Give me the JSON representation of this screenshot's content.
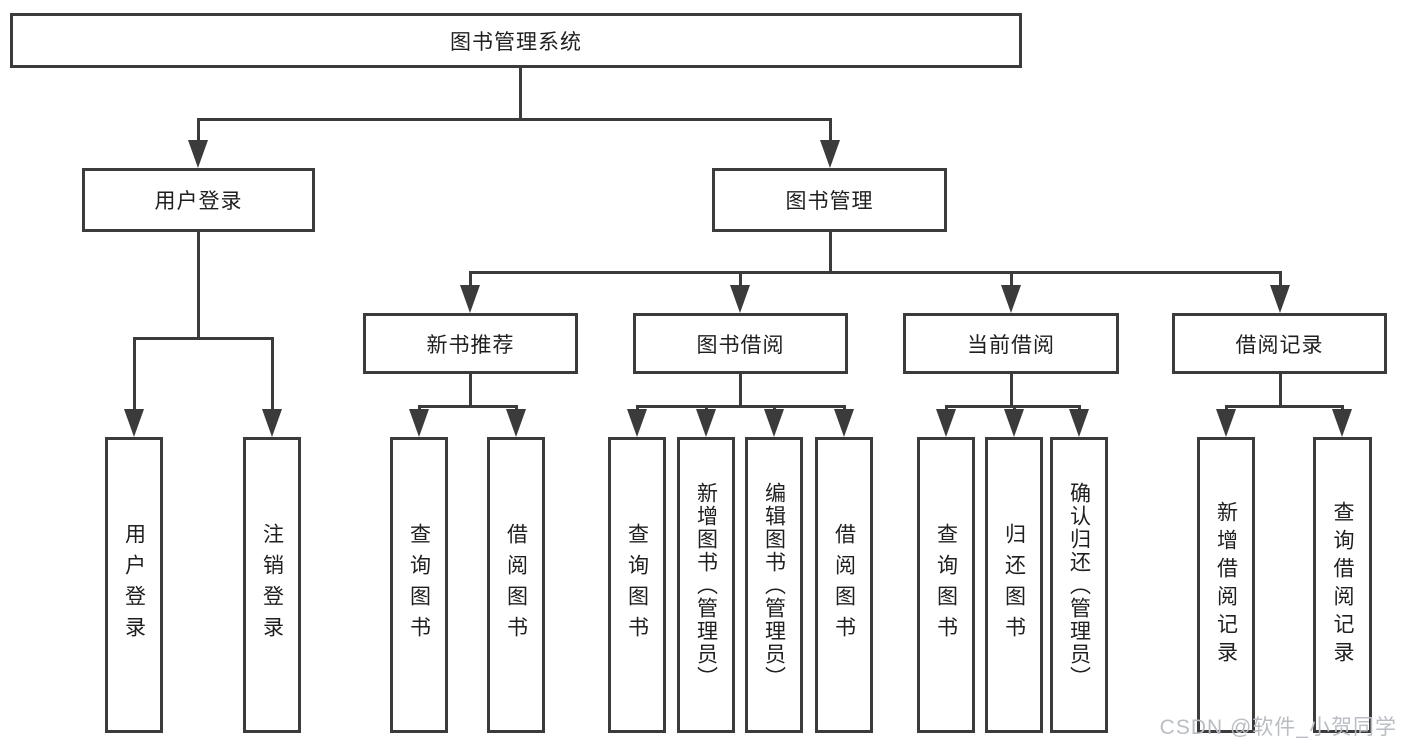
{
  "diagram": {
    "type": "hierarchy-tree",
    "colors": {
      "line": "#3b3b3b",
      "box_border": "#3b3b3b",
      "text": "#1f1f1f",
      "background": "#ffffff",
      "watermark": "#b9bdc4"
    }
  },
  "tree": {
    "label": "图书管理系统",
    "children": [
      {
        "label": "用户登录",
        "children": [
          {
            "label": "用户登录"
          },
          {
            "label": "注销登录"
          }
        ]
      },
      {
        "label": "图书管理",
        "children": [
          {
            "label": "新书推荐",
            "children": [
              {
                "label": "查询图书"
              },
              {
                "label": "借阅图书"
              }
            ]
          },
          {
            "label": "图书借阅",
            "children": [
              {
                "label": "查询图书"
              },
              {
                "label": "新增图书（管理员）"
              },
              {
                "label": "编辑图书（管理员）"
              },
              {
                "label": "借阅图书"
              }
            ]
          },
          {
            "label": "当前借阅",
            "children": [
              {
                "label": "查询图书"
              },
              {
                "label": "归还图书"
              },
              {
                "label": "确认归还（管理员）"
              }
            ]
          },
          {
            "label": "借阅记录",
            "children": [
              {
                "label": "新增借阅记录"
              },
              {
                "label": "查询借阅记录"
              }
            ]
          }
        ]
      }
    ]
  },
  "watermark": {
    "text": "CSDN @软件_小贺同学"
  }
}
